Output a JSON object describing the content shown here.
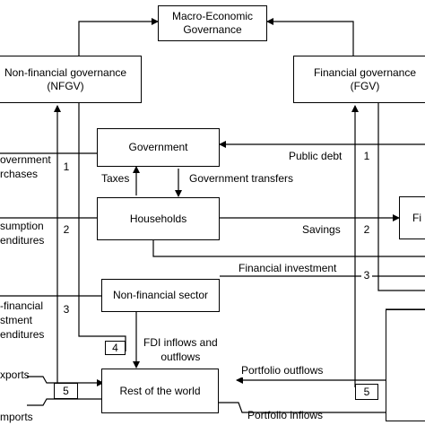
{
  "boxes": {
    "macro": "Macro-Economic\nGovernance",
    "nfgv": "Non-financial governance\n(NFGV)",
    "fgv": "Financial governance\n(FGV)",
    "government": "Government",
    "households": "Households",
    "nonfin_sector": "Non-financial sector",
    "rest_world": "Rest of the world",
    "financial_cut": "Fi"
  },
  "labels": {
    "gov_purchases": "overnment\nrchases",
    "consumption": "sumption\nenditures",
    "nonfin_invest": "-financial\nstment\nenditures",
    "exports": "xports",
    "imports": "mports",
    "taxes": "Taxes",
    "gov_transfers": "Government transfers",
    "public_debt": "Public debt",
    "savings": "Savings",
    "financial_investment": "Financial investment",
    "fdi": "FDI inflows and\noutflows",
    "portfolio_outflows": "Portfolio outflows",
    "portfolio_inflows": "Portfolio inflows"
  },
  "numbers": {
    "left_1": "1",
    "left_2": "2",
    "left_3": "3",
    "left_4": "4",
    "left_5": "5",
    "right_1": "1",
    "right_2": "2",
    "right_3": "3",
    "right_5": "5"
  }
}
